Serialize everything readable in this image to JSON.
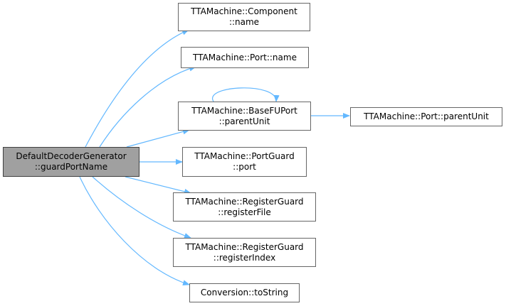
{
  "diagram": {
    "edge_color": "#63b8ff",
    "root": {
      "line1": "DefaultDecoderGenerator",
      "line2": "::guardPortName",
      "fill": "#a0a0a0"
    },
    "nodes": [
      {
        "id": "component-name",
        "line1": "TTAMachine::Component",
        "line2": "::name"
      },
      {
        "id": "port-name",
        "line1": "TTAMachine::Port::name",
        "line2": ""
      },
      {
        "id": "basefuport-parentunit",
        "line1": "TTAMachine::BaseFUPort",
        "line2": "::parentUnit"
      },
      {
        "id": "port-parentunit",
        "line1": "TTAMachine::Port::parentUnit",
        "line2": ""
      },
      {
        "id": "portguard-port",
        "line1": "TTAMachine::PortGuard",
        "line2": "::port"
      },
      {
        "id": "registerguard-registerfile",
        "line1": "TTAMachine::RegisterGuard",
        "line2": "::registerFile"
      },
      {
        "id": "registerguard-registerindex",
        "line1": "TTAMachine::RegisterGuard",
        "line2": "::registerIndex"
      },
      {
        "id": "conversion-tostring",
        "line1": "Conversion::toString",
        "line2": ""
      }
    ]
  }
}
